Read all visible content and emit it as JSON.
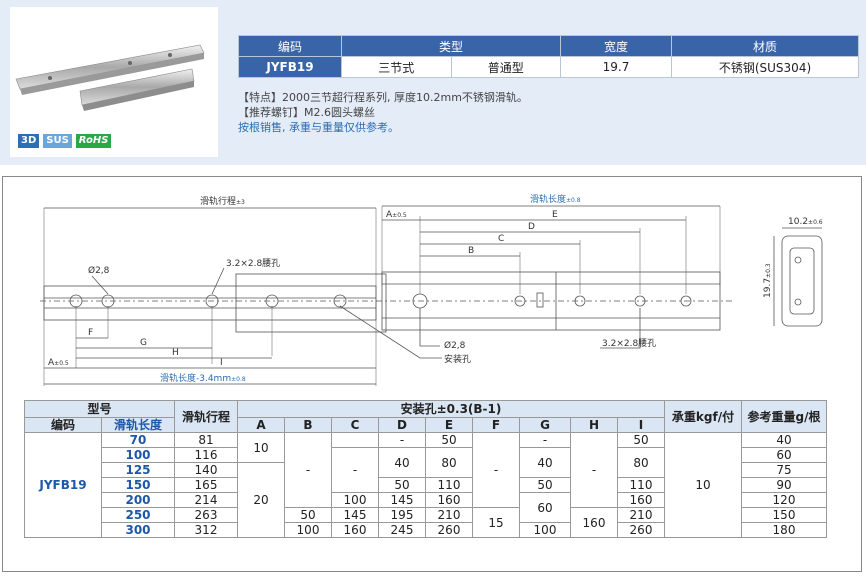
{
  "spec": {
    "headers": [
      "编码",
      "类型",
      "宽度",
      "材质"
    ],
    "code": "JYFB19",
    "type_a": "三节式",
    "type_b": "普通型",
    "width": "19.7",
    "material": "不锈钢(SUS304)"
  },
  "badges": [
    "3D",
    "SUS",
    "RoHS"
  ],
  "notes": {
    "line1": "【特点】2000三节超行程系列, 厚度10.2mm不锈钢滑轨。",
    "line2": "【推荐螺钉】M2.6圆头螺丝",
    "line3": "按根销售, 承重与重量仅供参考。"
  },
  "drawing": {
    "travel": "滑轨行程",
    "travel_tol": "±3",
    "rail_len": "滑轨长度",
    "rail_len_tol": "±0.8",
    "a_label": "A",
    "a_tol": "±0.5",
    "e": "E",
    "d": "D",
    "c": "C",
    "b": "B",
    "f": "F",
    "g": "G",
    "h": "H",
    "i": "I",
    "hole_slot_top": "3.2×2.8腰孔",
    "hole_slot_bottom": "3.2×2.8腰孔",
    "phi_top": "Ø2,8",
    "phi_bottom": "Ø2,8",
    "mount_hole": "安装孔",
    "rail_len_minus": "滑轨长度-3.4mm",
    "rail_len_minus_tol": "±0.8",
    "side_width": "10.2",
    "side_width_tol": "±0.6",
    "side_height": "19.7",
    "side_height_tol": "±0.3"
  },
  "table": {
    "h_model": "型号",
    "h_code": "编码",
    "h_len": "滑轨长度",
    "h_travel": "滑轨行程",
    "h_holes": "安装孔±0.3(B-1)",
    "cols": [
      "A",
      "B",
      "C",
      "D",
      "E",
      "F",
      "G",
      "H",
      "I"
    ],
    "h_load": "承重kgf/付",
    "h_weight": "参考重量g/根",
    "code": "JYFB19",
    "lengths": [
      "70",
      "100",
      "125",
      "150",
      "200",
      "250",
      "300"
    ],
    "travels": [
      "81",
      "116",
      "140",
      "165",
      "214",
      "263",
      "312"
    ],
    "A": [
      "10",
      "20"
    ],
    "B": [
      "-",
      "50",
      "100"
    ],
    "C": [
      "-",
      "100",
      "145",
      "160"
    ],
    "D": [
      "-",
      "40",
      "50",
      "145",
      "195",
      "245"
    ],
    "E": [
      "50",
      "80",
      "110",
      "160",
      "210",
      "260"
    ],
    "F": [
      "-",
      "15"
    ],
    "G": [
      "-",
      "40",
      "50",
      "60",
      "100"
    ],
    "H": [
      "-",
      "160"
    ],
    "I": [
      "50",
      "80",
      "110",
      "160",
      "210",
      "260"
    ],
    "load": "10",
    "weights": [
      "40",
      "60",
      "75",
      "90",
      "120",
      "150",
      "180"
    ]
  }
}
